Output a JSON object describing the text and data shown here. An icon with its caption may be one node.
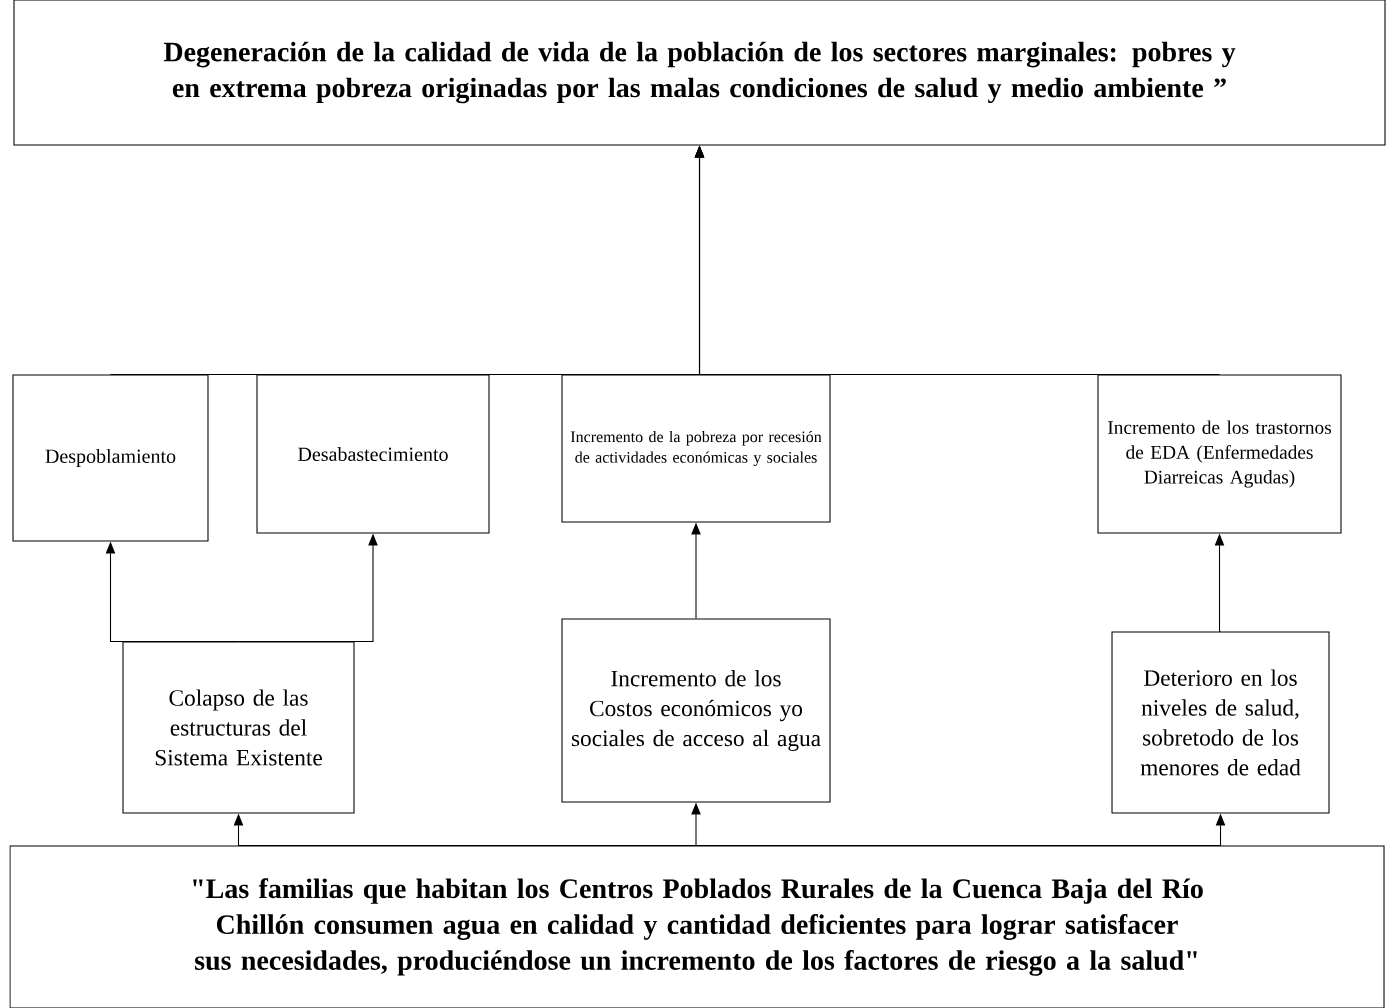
{
  "diagram": {
    "nodes": [
      {
        "text": [
          "Degeneración de la calidad de vida de la población de los sectores marginales: pobres y en extrema pobreza originadas por las malas condiciones de salud y medio ambiente ”"
        ]
      },
      {
        "text": [
          "Despoblamiento"
        ]
      },
      {
        "text": [
          "Desabastecimiento"
        ]
      },
      {
        "text": [
          "Incremento de la pobreza por recesión de actividades económicas y sociales"
        ]
      },
      {
        "text": [
          "Incremento de los trastornos de EDA (Enfermedades Diarreicas Agudas)"
        ]
      },
      {
        "text": [
          "Colapso de las estructuras del Sistema Existente"
        ]
      },
      {
        "text": [
          "Incremento de los Costos económicos yo sociales de acceso al agua"
        ]
      },
      {
        "text": [
          "Deterioro en los niveles de salud, sobretodo de los menores de edad"
        ]
      },
      {
        "text": [
          "\"Las familias que habitan los Centros Poblados Rurales de la Cuenca Baja del Río Chillón consumen agua en calidad y cantidad deficientes para lograr satisfacer sus necesidades, produciéndose un incremento de los factores de riesgo a la salud\""
        ]
      }
    ],
    "edges": [
      {
        "from": 1,
        "to": 0,
        "arrow": "to"
      },
      {
        "from": 2,
        "to": 0,
        "arrow": "to"
      },
      {
        "from": 3,
        "to": 0,
        "arrow": "to"
      },
      {
        "from": 4,
        "to": 0,
        "arrow": "to"
      },
      {
        "from": 5,
        "to": 1,
        "arrow": "to"
      },
      {
        "from": 5,
        "to": 2,
        "arrow": "to"
      },
      {
        "from": 6,
        "to": 3,
        "arrow": "to"
      },
      {
        "from": 7,
        "to": 4,
        "arrow": "to"
      },
      {
        "from": 8,
        "to": 5,
        "arrow": "to"
      },
      {
        "from": 8,
        "to": 6,
        "arrow": "to"
      },
      {
        "from": 8,
        "to": 7,
        "arrow": "to"
      }
    ]
  }
}
